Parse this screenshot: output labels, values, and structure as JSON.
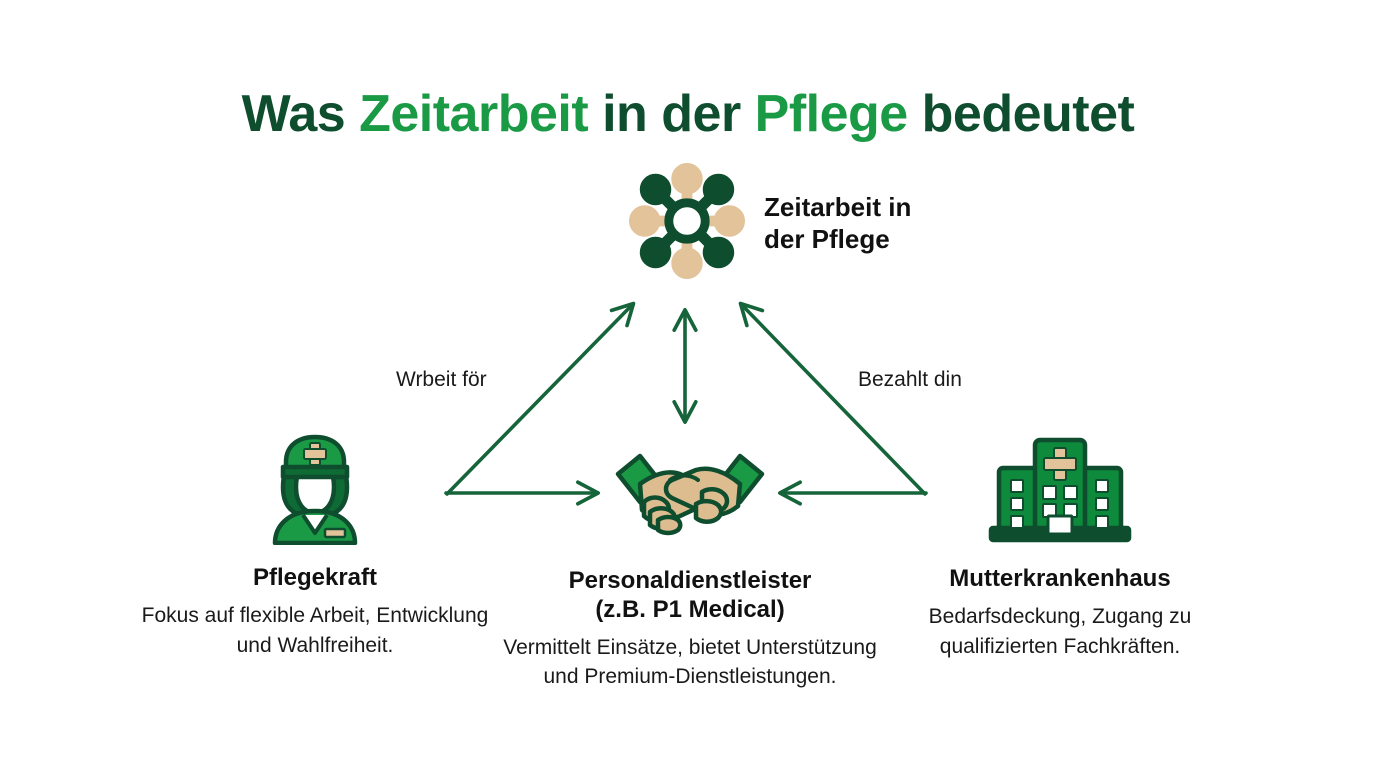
{
  "title": {
    "words": [
      {
        "text": "Was ",
        "color": "#0E4D2E"
      },
      {
        "text": "Zeitarbeit ",
        "color": "#1B9A46"
      },
      {
        "text": "in der ",
        "color": "#0E4D2E"
      },
      {
        "text": "Pflege ",
        "color": "#1B9A46"
      },
      {
        "text": "bedeutet",
        "color": "#0E4D2E"
      }
    ],
    "plain": "Was Zeitarbeit in der Pflege bedeutet"
  },
  "colors": {
    "dark_green": "#0E4D2E",
    "bright_green": "#1B9A46",
    "tan": "#E3C39A",
    "hand_tan": "#DDBC90",
    "arrow": "#16643A",
    "text": "#111111",
    "background": "#FFFFFF"
  },
  "hub": {
    "icon": "network-hub-icon",
    "label_line1": "Zeitarbeit in",
    "label_line2": "der Pflege"
  },
  "edges": [
    {
      "id": "left",
      "label": "Wrbeit för",
      "from": "pflegekraft",
      "to": "hub",
      "direction": "up-right"
    },
    {
      "id": "center",
      "label": "",
      "from": "dienstleister",
      "to": "hub",
      "direction": "bidirectional-vertical"
    },
    {
      "id": "right",
      "label": "Bezahlt din",
      "from": "mutterkrankenhaus",
      "to": "hub",
      "direction": "up-left"
    }
  ],
  "nodes": [
    {
      "id": "pflegekraft",
      "icon": "nurse-icon",
      "title": "Pflegekraft",
      "desc": "Fokus auf flexible Arbeit, Entwicklung und Wahlfreiheit."
    },
    {
      "id": "dienstleister",
      "icon": "handshake-icon",
      "title_line1": "Personaldienstleister",
      "title_line2": "(z.B. P1 Medical)",
      "desc": "Vermittelt Einsätze, bietet Unterstützung und Premium-Dienstleistungen."
    },
    {
      "id": "mutterkrankenhaus",
      "icon": "hospital-icon",
      "title": "Mutterkrankenhaus",
      "desc": "Bedarfsdeckung, Zugang zu qualifizierten Fachkräften."
    }
  ]
}
